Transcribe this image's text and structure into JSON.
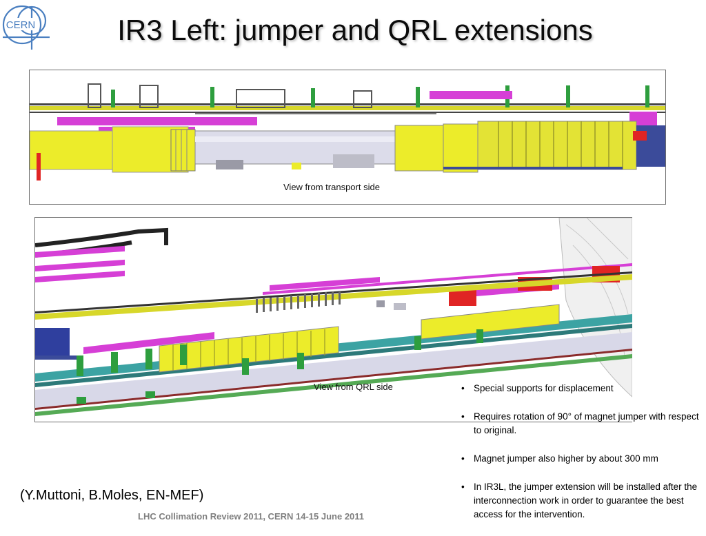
{
  "logo": {
    "text": "CERN"
  },
  "title": "IR3 Left: jumper and QRL extensions",
  "figures": [
    {
      "caption": "View from transport side"
    },
    {
      "caption": "View from QRL side"
    }
  ],
  "bullets": [
    "Special supports for displacement",
    "Requires rotation of 90° of magnet jumper with respect to original.",
    "Magnet jumper also higher by about 300 mm",
    "In IR3L, the jumper extension will be installed after the interconnection work in order to guarantee the best access for the intervention."
  ],
  "author": "(Y.Muttoni, B.Moles, EN-MEF)",
  "footer": "LHC Collimation Review 2011, CERN 14-15 June 2011",
  "colors": {
    "cern_blue": "#2b6cb0",
    "magnet_yellow": "#ecec2a",
    "pipe_magenta": "#d63fd6",
    "pipe_grey": "#d8d8e8",
    "support_green": "#2e9e3e",
    "cryo_red": "#e02424",
    "teal": "#3ca3a3"
  }
}
